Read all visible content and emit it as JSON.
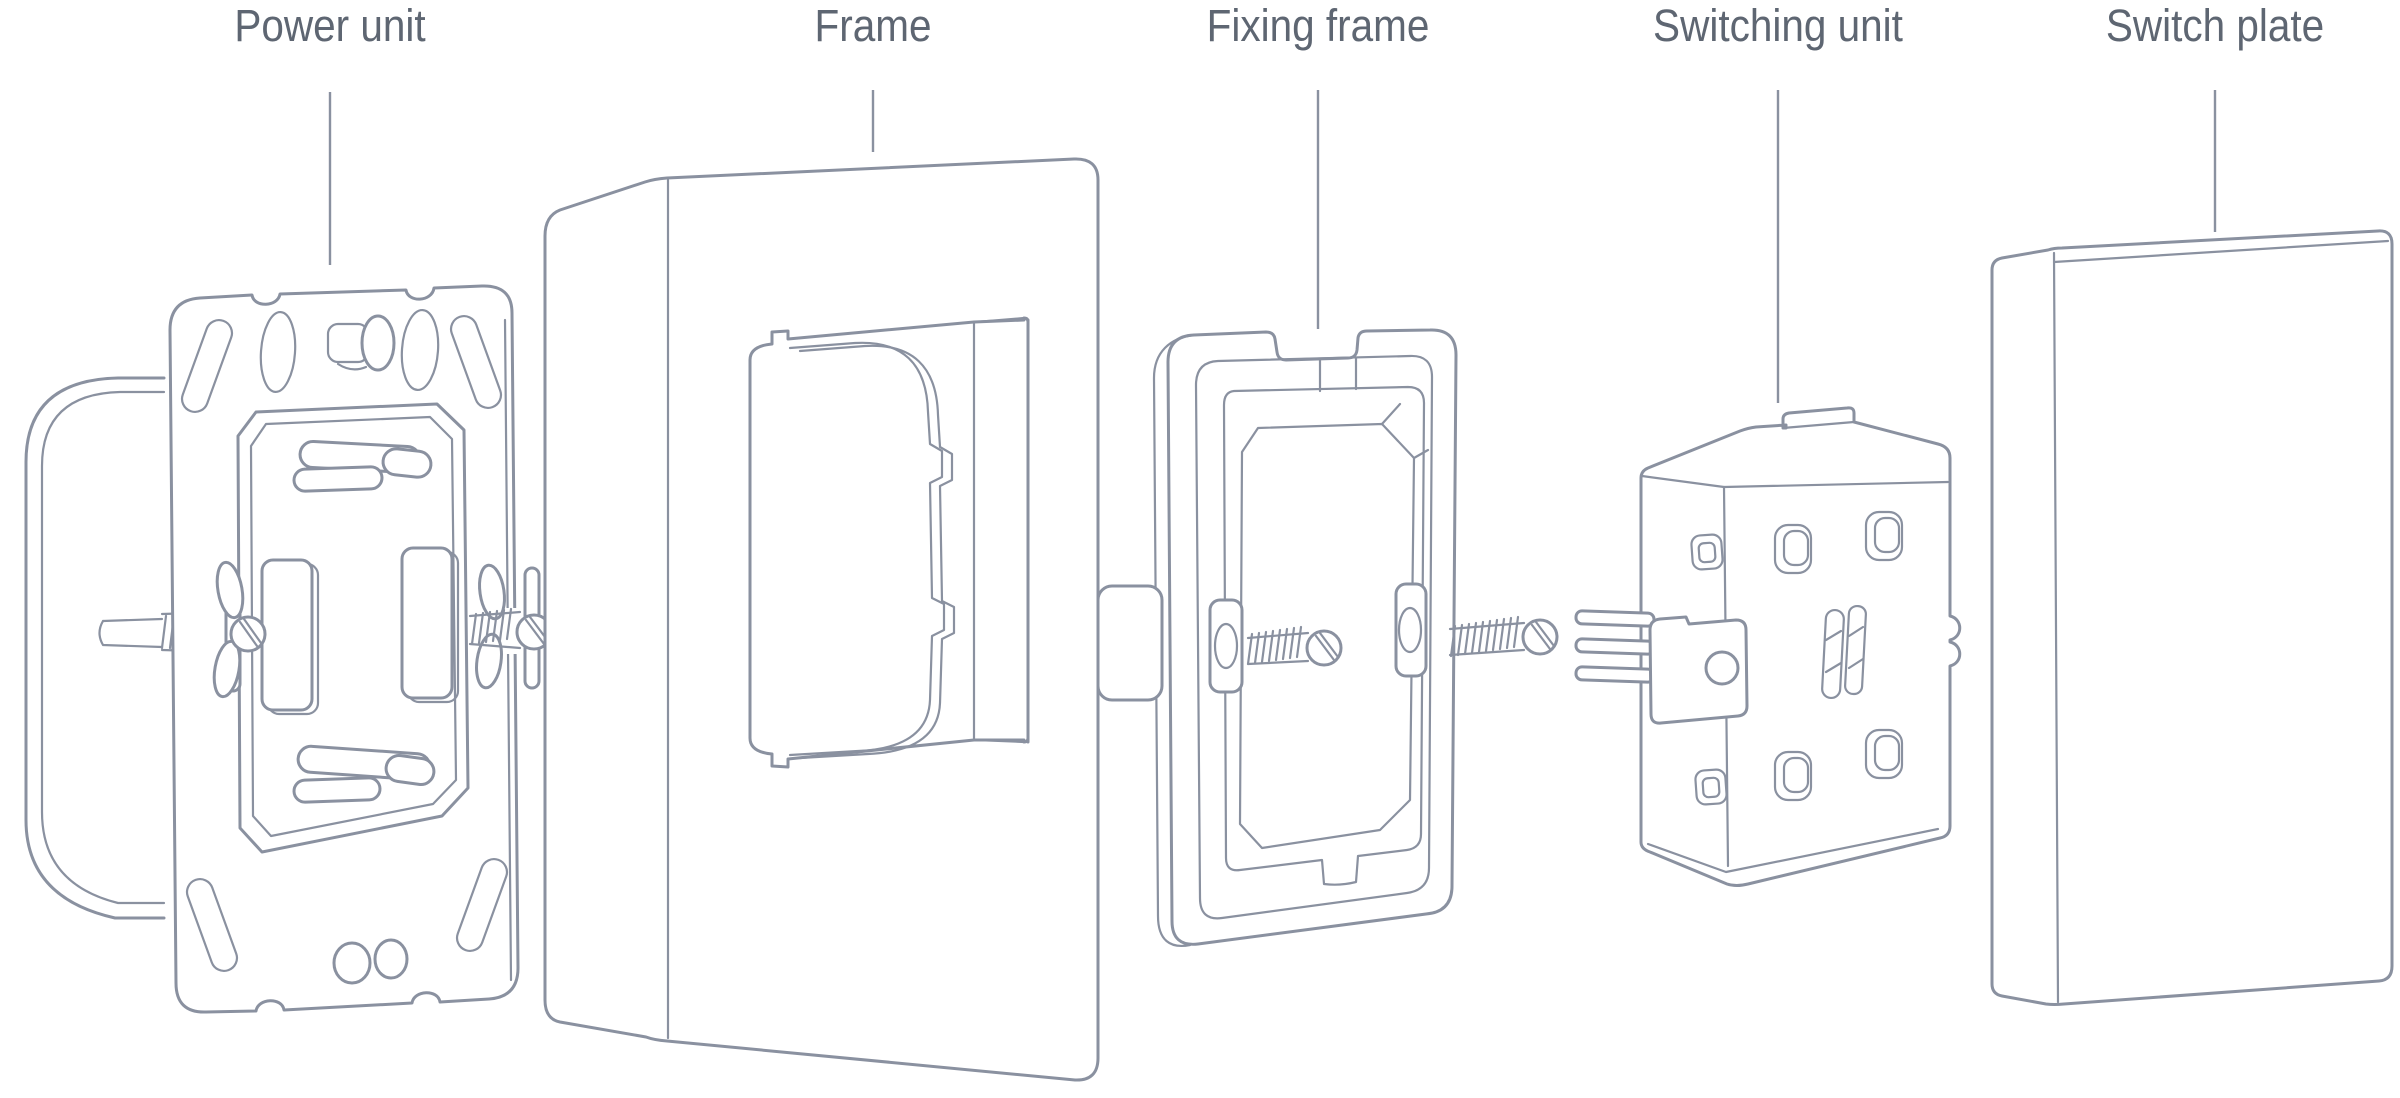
{
  "diagram": {
    "type": "exploded-assembly-diagram",
    "subject": "wall light switch assembly",
    "parts": [
      {
        "id": "power-unit",
        "label": "Power unit"
      },
      {
        "id": "frame",
        "label": "Frame"
      },
      {
        "id": "fixing-frame",
        "label": "Fixing frame"
      },
      {
        "id": "switching-unit",
        "label": "Switching unit"
      },
      {
        "id": "switch-plate",
        "label": "Switch plate"
      }
    ]
  },
  "colors": {
    "background": "#FFFFFF",
    "line": "#8A91A0",
    "label_text": "#5E6672"
  }
}
